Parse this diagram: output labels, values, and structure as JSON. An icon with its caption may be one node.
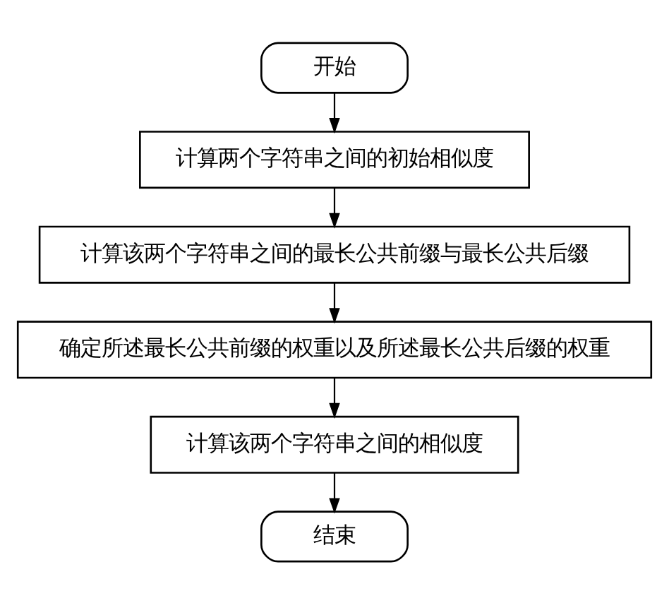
{
  "diagram": {
    "nodes": [
      {
        "text": [
          "开始"
        ]
      },
      {
        "text": [
          "计算两个字符串之间的初始相似度"
        ]
      },
      {
        "text": [
          "计算该两个字符串之间的最长公共前缀与最长公共后缀"
        ]
      },
      {
        "text": [
          "确定所述最长公共前缀的权重以及所述最长公共后缀的权重"
        ]
      },
      {
        "text": [
          "计算该两个字符串之间的相似度"
        ]
      },
      {
        "text": [
          "结束"
        ]
      }
    ],
    "edges": [
      {
        "from": 0,
        "to": 1,
        "arrow": "to"
      },
      {
        "from": 1,
        "to": 2,
        "arrow": "to"
      },
      {
        "from": 2,
        "to": 3,
        "arrow": "to"
      },
      {
        "from": 3,
        "to": 4,
        "arrow": "to"
      },
      {
        "from": 4,
        "to": 5,
        "arrow": "to"
      }
    ]
  }
}
